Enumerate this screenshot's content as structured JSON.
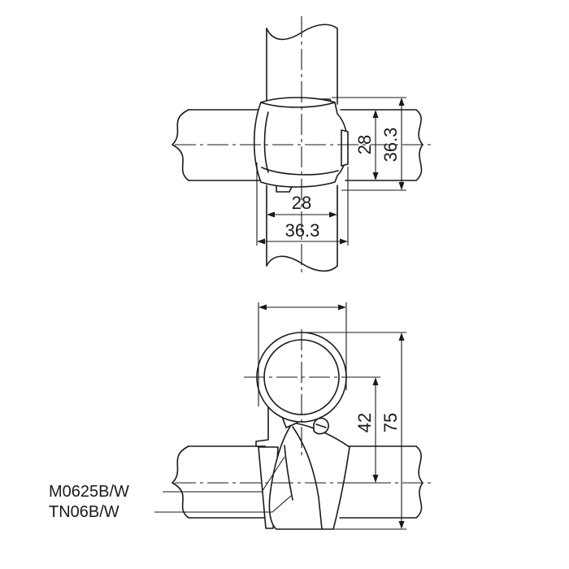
{
  "top_view": {
    "dim_horizontal_inner": "28",
    "dim_horizontal_outer": "36.3",
    "dim_vertical_inner": "28",
    "dim_vertical_outer": "36.3"
  },
  "side_view": {
    "dim_height_center": "42",
    "dim_height_total": "75"
  },
  "parts": {
    "part_1": "M0625B/W",
    "part_2": "TN06B/W"
  }
}
